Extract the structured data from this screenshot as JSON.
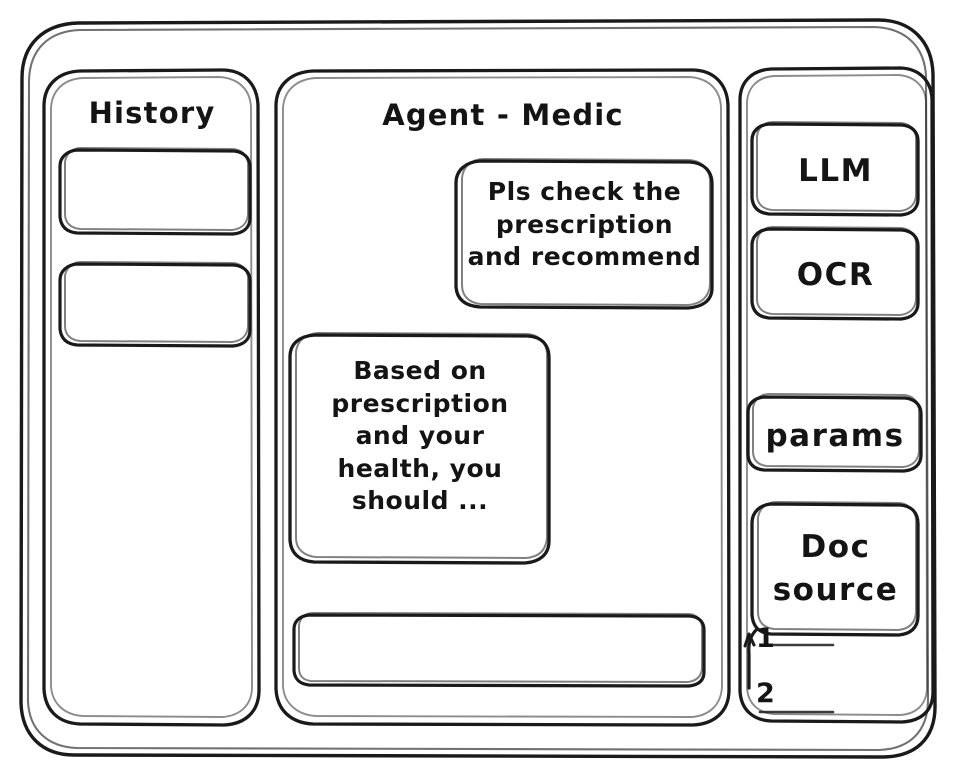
{
  "app": {
    "frame_label": "app-window",
    "background": "#ffffff",
    "ink_color": "#1a1a1a",
    "style": "hand-drawn wireframe"
  },
  "sidebar_left": {
    "title": "History",
    "items": [
      {
        "label": "",
        "name": "history-item-1"
      },
      {
        "label": "",
        "name": "history-item-2"
      }
    ]
  },
  "main": {
    "title": "Agent - Medic",
    "messages": [
      {
        "role": "user",
        "text": "Pls check the\nprescription\nand recommend",
        "align": "right"
      },
      {
        "role": "agent",
        "text": "Based on\nprescription\nand your\nhealth, you\nshould ...",
        "align": "left"
      }
    ],
    "composer": {
      "value": "",
      "placeholder": ""
    }
  },
  "sidebar_right": {
    "buttons": [
      {
        "label": "LLM",
        "name": "llm-button"
      },
      {
        "label": "OCR",
        "name": "ocr-button"
      },
      {
        "label": "params",
        "name": "params-button"
      },
      {
        "label": "Doc\nsource",
        "name": "doc-source-button"
      }
    ],
    "annotations": [
      {
        "label": "1",
        "name": "annotation-1"
      },
      {
        "label": "2",
        "name": "annotation-2"
      }
    ]
  }
}
